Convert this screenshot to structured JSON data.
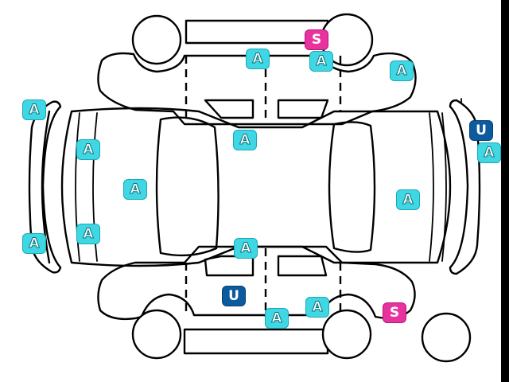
{
  "colors": {
    "a_badge_bg": "#3fd7e3",
    "u_badge_bg": "#0c5b9e",
    "s_badge_bg": "#e8339f",
    "outline": "#000000"
  },
  "badges": [
    {
      "code": "A"
    },
    {
      "code": "A"
    },
    {
      "code": "A"
    },
    {
      "code": "A"
    },
    {
      "code": "A"
    },
    {
      "code": "A"
    },
    {
      "code": "A"
    },
    {
      "code": "A"
    },
    {
      "code": "A"
    },
    {
      "code": "A"
    },
    {
      "code": "A"
    },
    {
      "code": "A"
    },
    {
      "code": "A"
    },
    {
      "code": "A"
    },
    {
      "code": "A"
    },
    {
      "code": "U"
    },
    {
      "code": "U"
    },
    {
      "code": "S"
    },
    {
      "code": "S"
    }
  ]
}
